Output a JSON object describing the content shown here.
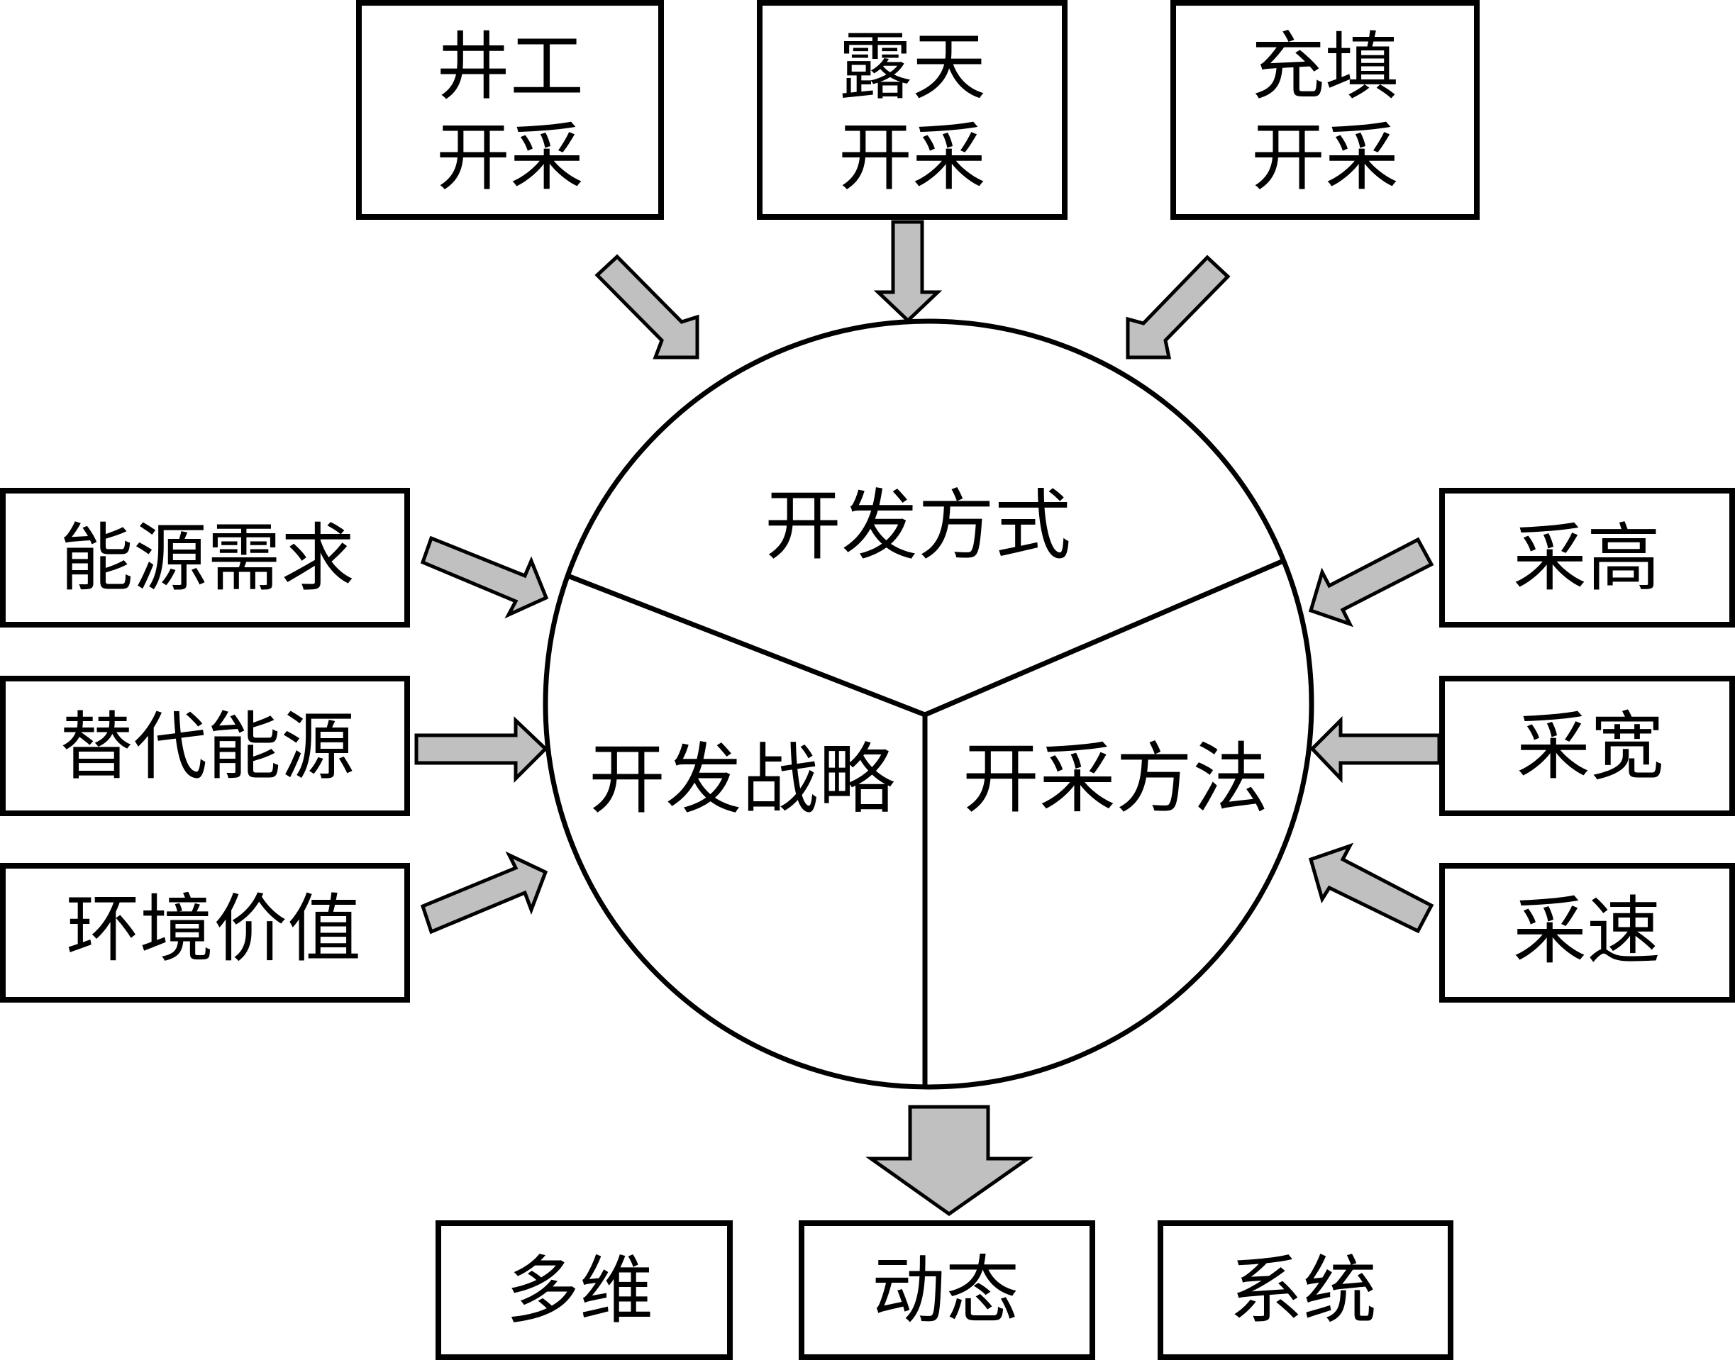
{
  "diagram": {
    "colors": {
      "arrow_fill": "#c0c0c0",
      "stroke": "#000000",
      "background": "#ffffff"
    },
    "top_boxes": [
      {
        "id": "underground-mining",
        "lines": [
          "井工",
          "开采"
        ]
      },
      {
        "id": "open-pit-mining",
        "lines": [
          "露天",
          "开采"
        ]
      },
      {
        "id": "backfill-mining",
        "lines": [
          "充填",
          "开采"
        ]
      }
    ],
    "left_boxes": [
      {
        "id": "energy-demand",
        "label": "能源需求"
      },
      {
        "id": "alternative-energy",
        "label": "替代能源"
      },
      {
        "id": "environmental-value",
        "label": "环境价值"
      }
    ],
    "right_boxes": [
      {
        "id": "mining-height",
        "label": "采高"
      },
      {
        "id": "mining-width",
        "label": "采宽"
      },
      {
        "id": "mining-speed",
        "label": "采速"
      }
    ],
    "circle_sectors": {
      "top": "开发方式",
      "left": "开发战略",
      "right": "开采方法"
    },
    "bottom_boxes": [
      {
        "id": "multi-dimensional",
        "label": "多维"
      },
      {
        "id": "dynamic",
        "label": "动态"
      },
      {
        "id": "systematic",
        "label": "系统"
      }
    ]
  }
}
